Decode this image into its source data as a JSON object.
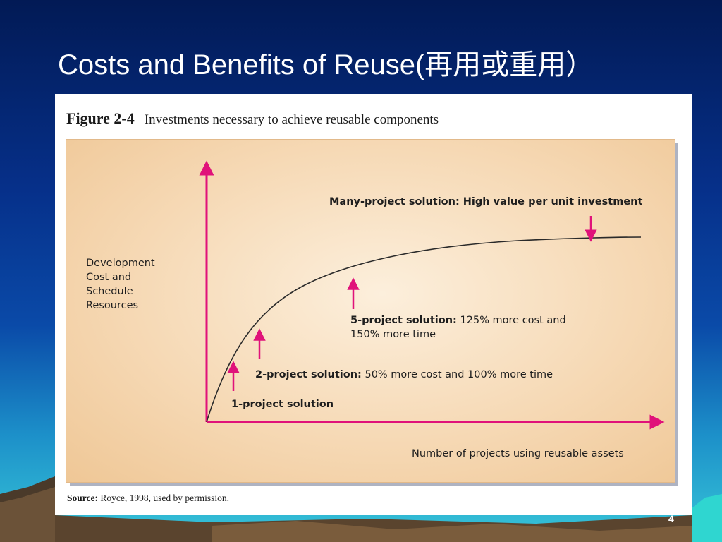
{
  "slide": {
    "title": "Costs and Benefits of Reuse(再用或重用）",
    "page_number": "4"
  },
  "figure": {
    "number": "Figure 2-4",
    "description": "Investments necessary to achieve reusable components",
    "y_axis_label": [
      "Development",
      "Cost and",
      "Schedule",
      "Resources"
    ],
    "x_axis_label": "Number of projects using reusable assets",
    "annotations": {
      "many_project": "Many-project solution: High value per unit investment",
      "five_project_name": "5-project solution:",
      "five_project_line1": "125% more cost and",
      "five_project_line2": "150% more time",
      "two_project_name": "2-project solution:",
      "two_project_detail": "50% more cost and 100% more time",
      "one_project": "1-project solution"
    },
    "source_label": "Source:",
    "source_text": "Royce, 1998, used by permission.",
    "colors": {
      "axis": "#e0127a",
      "arrow": "#e0127a",
      "curve": "#2a2a2a",
      "panel": "#f6d9b5"
    }
  }
}
